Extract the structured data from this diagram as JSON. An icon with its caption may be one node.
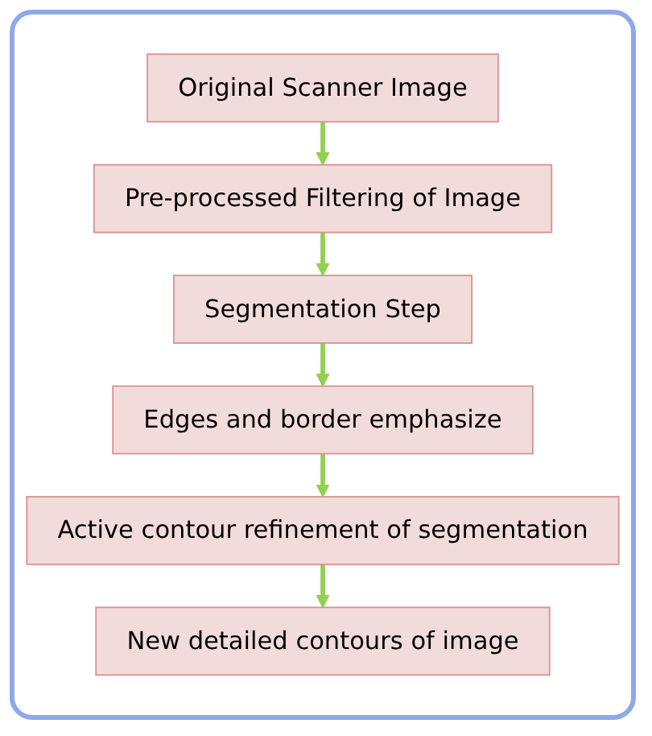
{
  "diagram": {
    "nodes": [
      {
        "text": [
          "Original Scanner Image"
        ]
      },
      {
        "text": [
          "Pre-processed Filtering of Image"
        ]
      },
      {
        "text": [
          "Segmentation Step"
        ]
      },
      {
        "text": [
          "Edges and border emphasize"
        ]
      },
      {
        "text": [
          "Active contour refinement of segmentation"
        ]
      },
      {
        "text": [
          "New detailed contours of image"
        ]
      }
    ],
    "edges": [
      {
        "from": 0,
        "to": 1,
        "arrow": "to"
      },
      {
        "from": 1,
        "to": 2,
        "arrow": "to"
      },
      {
        "from": 2,
        "to": 3,
        "arrow": "to"
      },
      {
        "from": 3,
        "to": 4,
        "arrow": "to"
      },
      {
        "from": 4,
        "to": 5,
        "arrow": "to"
      }
    ]
  }
}
